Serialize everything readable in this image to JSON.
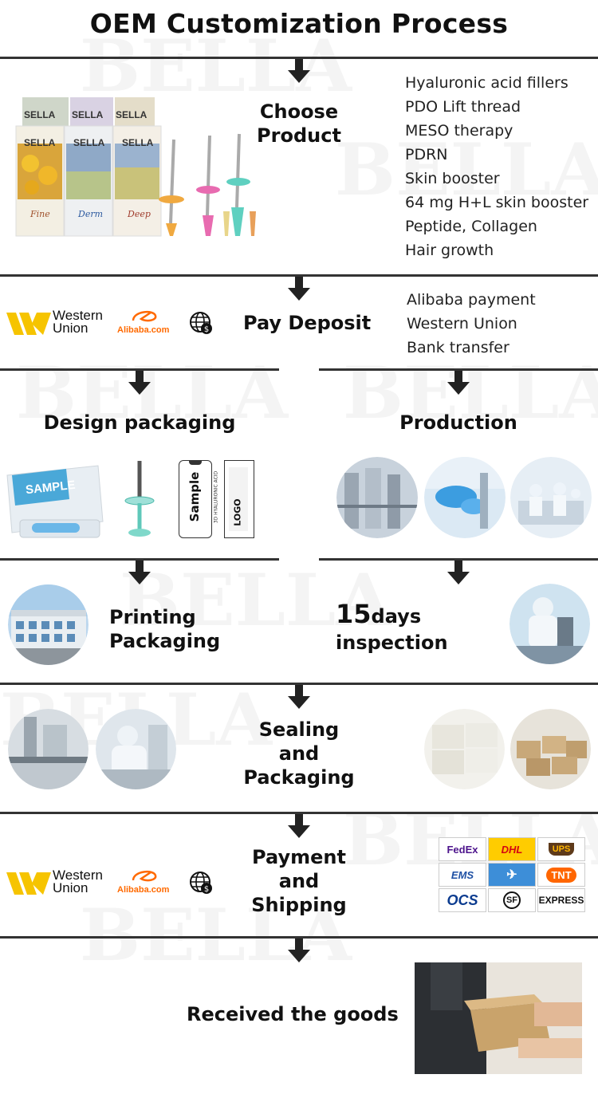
{
  "title": "OEM Customization Process",
  "watermark": "BELLA",
  "steps": {
    "choose_product": {
      "label": "Choose Product",
      "lines": [
        "Choose",
        "Product"
      ],
      "items": [
        "Hyaluronic acid fillers",
        "PDO Lift thread",
        "MESO therapy",
        "PDRN",
        "Skin booster",
        "64 mg H+L skin booster",
        "Peptide, Collagen",
        "Hair growth"
      ],
      "box_brand": "SELLA",
      "box_names": [
        "Fine",
        "Derm",
        "Deep"
      ]
    },
    "pay_deposit": {
      "label": "Pay Deposit",
      "items": [
        "Alibaba payment",
        "Western Union",
        "Bank transfer"
      ]
    },
    "design_packaging": {
      "label": "Design packaging",
      "sample_box": "SAMPLE",
      "sample_card": "Sample",
      "sample_card_sub": "3D HYALURONIC ACID",
      "logo_card": "LOGO"
    },
    "production": {
      "label": "Production"
    },
    "printing_packaging": {
      "lines": [
        "Printing",
        "Packaging"
      ]
    },
    "inspection": {
      "number": "15",
      "unit": "days",
      "line2": "inspection"
    },
    "sealing": {
      "lines": [
        "Sealing",
        "and",
        "Packaging"
      ]
    },
    "payment_shipping": {
      "lines": [
        "Payment",
        "and",
        "Shipping"
      ],
      "carriers": [
        "FedEx",
        "DHL",
        "UPS",
        "EMS",
        "✈",
        "TNT",
        "OCS",
        "SF",
        "EXPRESS"
      ]
    },
    "received": {
      "label": "Received the goods"
    }
  },
  "payment_logos": {
    "western_union": [
      "Western",
      "Union"
    ],
    "alibaba": "Alibaba.com"
  },
  "colors": {
    "line": "#333333",
    "western_union": "#f6c400",
    "alibaba": "#ff6a00",
    "fedex_purple": "#4d148c",
    "fedex_orange": "#ff6600",
    "dhl_red": "#d40511",
    "dhl_yellow": "#ffcc00",
    "ups_brown": "#5e3a1a",
    "tnt_orange": "#ff6600",
    "ocs_blue": "#0b3b8f"
  }
}
